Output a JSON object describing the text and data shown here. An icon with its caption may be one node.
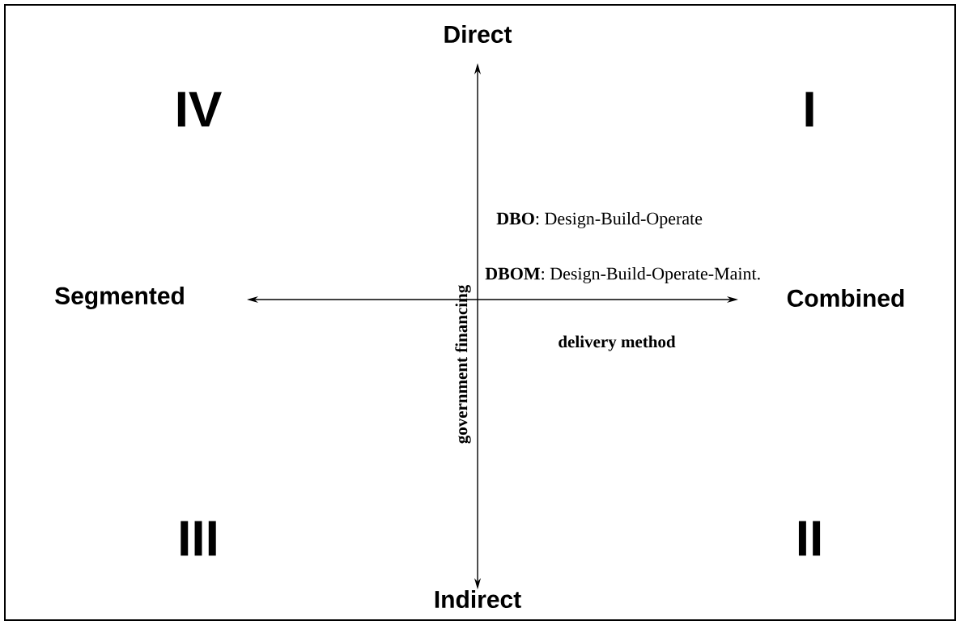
{
  "diagram": {
    "labels": [
      "Direct",
      "IV",
      "I",
      "**DBO**: Design-Build-Operate",
      "government financing",
      "**DBOM**: Design-Build-Operate-Maint.",
      "Segmented",
      "Combined",
      "delivery method",
      "III",
      "II",
      "Indirect"
    ]
  }
}
